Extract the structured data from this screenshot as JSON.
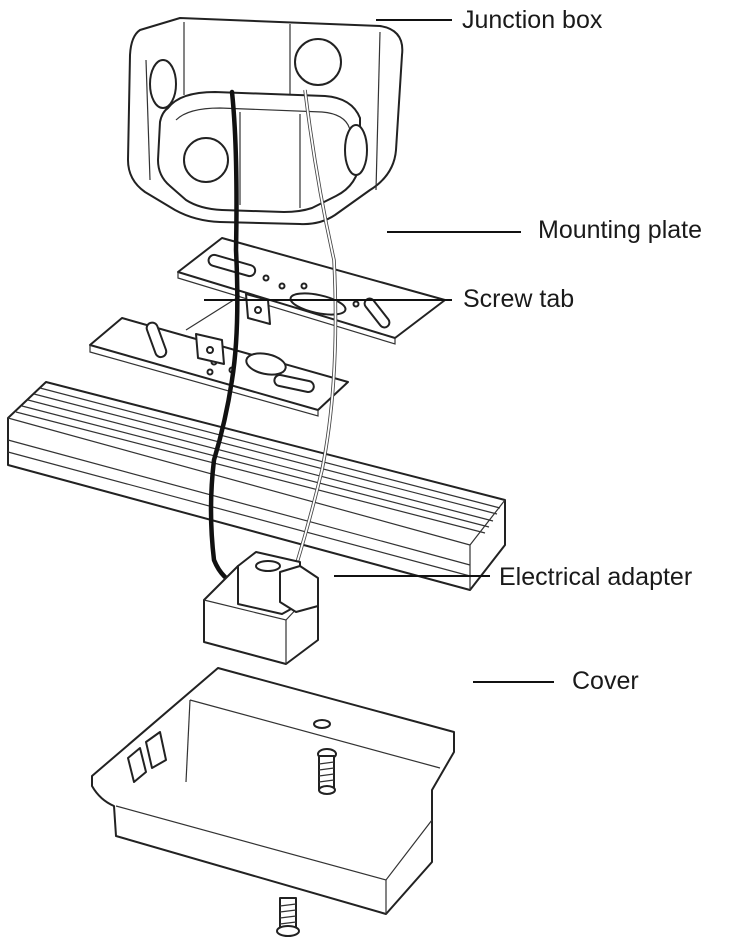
{
  "labels": {
    "junction_box": "Junction box",
    "mounting_plate": "Mounting plate",
    "screw_tab": "Screw tab",
    "electrical_adapter": "Electrical adapter",
    "cover": "Cover"
  },
  "colors": {
    "line": "#222222",
    "background": "#ffffff",
    "wire_dark": "#111111"
  }
}
